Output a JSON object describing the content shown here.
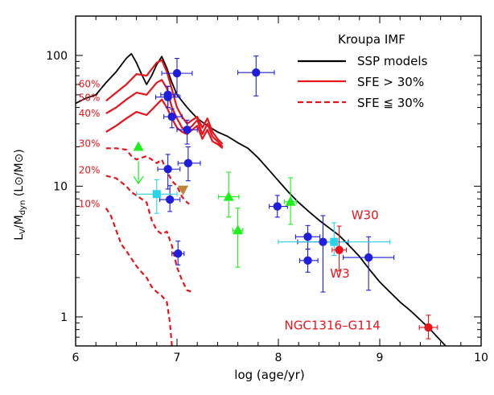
{
  "chart_data": {
    "type": "scatter",
    "xlabel": "log (age/yr)",
    "ylabel": "L_V/M_dyn (L⊙/M⊙)",
    "ylabel_parts": {
      "main": "L",
      "sub1": "V",
      "mid": "/M",
      "sub2": "dyn",
      "units": " (L⊙/M⊙)"
    },
    "x_ticks": [
      "6",
      "7",
      "8",
      "9",
      "10"
    ],
    "y_ticks": [
      "1",
      "10",
      "100"
    ],
    "xlim": [
      6,
      10
    ],
    "ylim": [
      0.6,
      200
    ],
    "yscale": "log",
    "legend": {
      "title": "Kroupa IMF",
      "position": "top-right",
      "items": [
        {
          "label": "SSP models",
          "color": "#000000",
          "style": "solid"
        },
        {
          "label": "SFE > 30%",
          "color": "#e8141b",
          "style": "solid"
        },
        {
          "label": "SFE ≦ 30%",
          "color": "#e8141b",
          "style": "dashed"
        }
      ]
    },
    "annotations": [
      {
        "text": "W30",
        "x": 8.72,
        "y": 5.6,
        "color": "#e8141b"
      },
      {
        "text": "W3",
        "x": 8.51,
        "y": 2.0,
        "color": "#e8141b"
      },
      {
        "text": "NGC1316–G114",
        "x": 8.06,
        "y": 0.8,
        "color": "#e8141b"
      }
    ],
    "sfe_labels": [
      {
        "text": "60%",
        "x": 6.03,
        "y": 57,
        "color": "#e8141b"
      },
      {
        "text": "50%",
        "x": 6.03,
        "y": 45,
        "color": "#e8141b"
      },
      {
        "text": "40%",
        "x": 6.03,
        "y": 34,
        "color": "#e8141b"
      },
      {
        "text": "30%",
        "x": 6.03,
        "y": 20,
        "color": "#e8141b"
      },
      {
        "text": "20%",
        "x": 6.03,
        "y": 12.5,
        "color": "#e8141b"
      },
      {
        "text": "10%",
        "x": 6.03,
        "y": 6.9,
        "color": "#e8141b"
      }
    ],
    "series": [
      {
        "kind": "line",
        "color": "#000000",
        "dash": false,
        "points": [
          [
            6.0,
            43
          ],
          [
            6.1,
            47
          ],
          [
            6.2,
            50
          ],
          [
            6.3,
            62
          ],
          [
            6.4,
            75
          ],
          [
            6.5,
            95
          ],
          [
            6.55,
            103
          ],
          [
            6.6,
            88
          ],
          [
            6.65,
            72
          ],
          [
            6.7,
            60
          ],
          [
            6.75,
            70
          ],
          [
            6.8,
            85
          ],
          [
            6.85,
            98
          ],
          [
            6.9,
            80
          ],
          [
            6.95,
            62
          ],
          [
            7.0,
            50
          ],
          [
            7.1,
            40
          ],
          [
            7.2,
            33
          ],
          [
            7.3,
            29
          ],
          [
            7.4,
            26
          ],
          [
            7.5,
            24
          ],
          [
            7.6,
            21.5
          ],
          [
            7.7,
            19.5
          ],
          [
            7.8,
            16.5
          ],
          [
            7.9,
            13.5
          ],
          [
            8.0,
            11
          ],
          [
            8.1,
            9
          ],
          [
            8.2,
            7.5
          ],
          [
            8.3,
            6.4
          ],
          [
            8.4,
            5.5
          ],
          [
            8.5,
            4.8
          ],
          [
            8.6,
            4.2
          ],
          [
            8.7,
            3.5
          ],
          [
            8.8,
            2.9
          ],
          [
            8.9,
            2.3
          ],
          [
            9.0,
            1.85
          ],
          [
            9.1,
            1.55
          ],
          [
            9.2,
            1.3
          ],
          [
            9.3,
            1.12
          ],
          [
            9.4,
            0.95
          ],
          [
            9.5,
            0.8
          ],
          [
            9.6,
            0.66
          ],
          [
            9.65,
            0.6
          ]
        ]
      },
      {
        "kind": "line",
        "color": "#e8141b",
        "dash": false,
        "points": [
          [
            6.3,
            45
          ],
          [
            6.4,
            52
          ],
          [
            6.5,
            60
          ],
          [
            6.6,
            72
          ],
          [
            6.7,
            70
          ],
          [
            6.8,
            88
          ],
          [
            6.85,
            92
          ],
          [
            6.9,
            75
          ],
          [
            6.95,
            55
          ],
          [
            7.0,
            40
          ],
          [
            7.05,
            34
          ],
          [
            7.1,
            30
          ],
          [
            7.15,
            32
          ],
          [
            7.2,
            34
          ],
          [
            7.25,
            28
          ],
          [
            7.3,
            33
          ],
          [
            7.35,
            26
          ],
          [
            7.4,
            23
          ],
          [
            7.45,
            21
          ]
        ]
      },
      {
        "kind": "line",
        "color": "#e8141b",
        "dash": false,
        "points": [
          [
            6.3,
            36
          ],
          [
            6.4,
            40
          ],
          [
            6.5,
            46
          ],
          [
            6.6,
            52
          ],
          [
            6.7,
            50
          ],
          [
            6.8,
            62
          ],
          [
            6.85,
            65
          ],
          [
            6.9,
            56
          ],
          [
            6.95,
            40
          ],
          [
            7.0,
            33
          ],
          [
            7.05,
            28
          ],
          [
            7.1,
            27
          ],
          [
            7.15,
            29
          ],
          [
            7.2,
            32
          ],
          [
            7.25,
            25
          ],
          [
            7.3,
            30
          ],
          [
            7.35,
            24
          ],
          [
            7.4,
            22
          ],
          [
            7.45,
            20
          ]
        ]
      },
      {
        "kind": "line",
        "color": "#e8141b",
        "dash": false,
        "points": [
          [
            6.3,
            26
          ],
          [
            6.4,
            29
          ],
          [
            6.5,
            33
          ],
          [
            6.6,
            37
          ],
          [
            6.7,
            35
          ],
          [
            6.8,
            42
          ],
          [
            6.85,
            46
          ],
          [
            6.9,
            40
          ],
          [
            6.95,
            33
          ],
          [
            7.0,
            28
          ],
          [
            7.05,
            26
          ],
          [
            7.1,
            25
          ],
          [
            7.15,
            27
          ],
          [
            7.2,
            29
          ],
          [
            7.25,
            23
          ],
          [
            7.3,
            27
          ],
          [
            7.35,
            22
          ],
          [
            7.4,
            21
          ],
          [
            7.45,
            19.5
          ]
        ]
      },
      {
        "kind": "line",
        "color": "#e8141b",
        "dash": true,
        "points": [
          [
            6.3,
            19.5
          ],
          [
            6.4,
            19.5
          ],
          [
            6.5,
            19
          ],
          [
            6.55,
            17
          ],
          [
            6.6,
            16
          ],
          [
            6.7,
            17
          ],
          [
            6.75,
            16
          ],
          [
            6.8,
            15
          ],
          [
            6.85,
            16
          ],
          [
            6.9,
            13
          ],
          [
            6.95,
            11
          ],
          [
            7.0,
            10
          ],
          [
            7.05,
            8.3
          ],
          [
            7.1,
            7.5
          ],
          [
            7.12,
            7.3
          ]
        ]
      },
      {
        "kind": "line",
        "color": "#e8141b",
        "dash": true,
        "points": [
          [
            6.3,
            12
          ],
          [
            6.4,
            11.5
          ],
          [
            6.5,
            10
          ],
          [
            6.55,
            9
          ],
          [
            6.6,
            8.5
          ],
          [
            6.7,
            7.5
          ],
          [
            6.75,
            5.5
          ],
          [
            6.8,
            4.6
          ],
          [
            6.85,
            4.3
          ],
          [
            6.9,
            4.5
          ],
          [
            6.95,
            3.5
          ],
          [
            7.0,
            2.4
          ],
          [
            7.05,
            1.9
          ],
          [
            7.1,
            1.6
          ],
          [
            7.15,
            1.55
          ]
        ]
      },
      {
        "kind": "line",
        "color": "#e8141b",
        "dash": true,
        "points": [
          [
            6.3,
            6.8
          ],
          [
            6.35,
            5.9
          ],
          [
            6.4,
            4.6
          ],
          [
            6.45,
            3.6
          ],
          [
            6.5,
            3.2
          ],
          [
            6.55,
            2.8
          ],
          [
            6.6,
            2.45
          ],
          [
            6.65,
            2.2
          ],
          [
            6.7,
            2.0
          ],
          [
            6.75,
            1.7
          ],
          [
            6.8,
            1.55
          ],
          [
            6.85,
            1.45
          ],
          [
            6.9,
            1.3
          ],
          [
            6.93,
            0.9
          ],
          [
            6.95,
            0.6
          ]
        ]
      }
    ],
    "points": [
      {
        "group": "blue",
        "marker": "circle",
        "color": "#1e1edc",
        "x": 7.0,
        "y": 73,
        "xerr": [
          0.15,
          0.15
        ],
        "yerr": [
          23,
          22
        ]
      },
      {
        "group": "blue",
        "marker": "circle",
        "color": "#1e1edc",
        "x": 7.78,
        "y": 74,
        "xerr": [
          0.18,
          0.18
        ],
        "yerr": [
          25,
          25
        ]
      },
      {
        "group": "blue",
        "marker": "circle",
        "color": "#1e1edc",
        "x": 6.91,
        "y": 50,
        "xerr": [
          0.07,
          0.07
        ],
        "yerr": [
          10,
          8
        ]
      },
      {
        "group": "blue",
        "marker": "circle",
        "color": "#1e1edc",
        "x": 6.91,
        "y": 48,
        "xerr": [
          0.12,
          0.12
        ],
        "yerr": [
          8,
          10
        ]
      },
      {
        "group": "blue",
        "marker": "circle",
        "color": "#1e1edc",
        "x": 6.95,
        "y": 34,
        "xerr": [
          0.08,
          0.1
        ],
        "yerr": [
          6,
          5
        ]
      },
      {
        "group": "blue",
        "marker": "circle",
        "color": "#1e1edc",
        "x": 7.1,
        "y": 27,
        "xerr": [
          0.1,
          0.1
        ],
        "yerr": [
          6,
          5
        ]
      },
      {
        "group": "blue",
        "marker": "circle",
        "color": "#1e1edc",
        "x": 7.11,
        "y": 15,
        "xerr": [
          0.1,
          0.12
        ],
        "yerr": [
          4,
          5
        ]
      },
      {
        "group": "blue",
        "marker": "circle",
        "color": "#1e1edc",
        "x": 6.91,
        "y": 13.5,
        "xerr": [
          0.1,
          0.12
        ],
        "yerr": [
          4,
          4
        ]
      },
      {
        "group": "blue",
        "marker": "circle",
        "color": "#1e1edc",
        "x": 6.93,
        "y": 7.9,
        "xerr": [
          0.1,
          0.1
        ],
        "yerr": [
          1.5,
          2.2
        ]
      },
      {
        "group": "blue",
        "marker": "circle",
        "color": "#1e1edc",
        "x": 7.01,
        "y": 3.05,
        "xerr": [
          0.06,
          0.06
        ],
        "yerr": [
          0.55,
          0.75
        ]
      },
      {
        "group": "blue",
        "marker": "circle",
        "color": "#1e1edc",
        "x": 7.99,
        "y": 7.0,
        "xerr": [
          0.08,
          0.1
        ],
        "yerr": [
          1.2,
          1.5
        ]
      },
      {
        "group": "blue",
        "marker": "circle",
        "color": "#1e1edc",
        "x": 8.29,
        "y": 4.1,
        "xerr": [
          0.12,
          0.12
        ],
        "yerr": [
          0.8,
          0.9
        ]
      },
      {
        "group": "blue",
        "marker": "circle",
        "color": "#1e1edc",
        "x": 8.29,
        "y": 2.7,
        "xerr": [
          0.08,
          0.1
        ],
        "yerr": [
          0.5,
          0.6
        ]
      },
      {
        "group": "blue",
        "marker": "circle",
        "color": "#1e1edc",
        "x": 8.44,
        "y": 3.75,
        "xerr": [
          0.25,
          0.25
        ],
        "yerr": [
          2.2,
          2.2
        ]
      },
      {
        "group": "blue",
        "marker": "circle",
        "color": "#1e1edc",
        "x": 8.89,
        "y": 2.85,
        "xerr": [
          0.25,
          0.25
        ],
        "yerr": [
          1.25,
          1.25
        ]
      },
      {
        "group": "cyan",
        "marker": "square",
        "color": "#2ad3e8",
        "x": 6.8,
        "y": 8.7,
        "xerr": [
          0.2,
          0.2
        ],
        "yerr": [
          2.5,
          2.5
        ]
      },
      {
        "group": "cyan",
        "marker": "square",
        "color": "#2ad3e8",
        "x": 8.55,
        "y": 3.75,
        "xerr": [
          0.55,
          0.55
        ],
        "yerr": [
          0.8,
          1.5
        ]
      },
      {
        "group": "green",
        "marker": "triangle",
        "color": "#1ef01e",
        "x": 6.62,
        "y": 20,
        "xerr": [
          0,
          0
        ],
        "yerr": [
          0,
          0
        ]
      },
      {
        "group": "green",
        "marker": "triangle",
        "color": "#1ef01e",
        "x": 7.51,
        "y": 8.3,
        "xerr": [
          0.1,
          0.1
        ],
        "yerr": [
          2.5,
          4.5
        ]
      },
      {
        "group": "green",
        "marker": "triangle",
        "color": "#1ef01e",
        "x": 7.6,
        "y": 4.6,
        "xerr": [
          0.05,
          0.05
        ],
        "yerr": [
          2.2,
          2.2
        ]
      },
      {
        "group": "green",
        "marker": "triangle",
        "color": "#1ef01e",
        "x": 8.12,
        "y": 7.6,
        "xerr": [
          0.06,
          0.06
        ],
        "yerr": [
          2.5,
          4
        ]
      },
      {
        "group": "brown",
        "marker": "triangle-down",
        "color": "#b8863a",
        "x": 7.06,
        "y": 9.4,
        "xerr": [
          0,
          0
        ],
        "yerr": [
          0,
          0
        ]
      },
      {
        "group": "red",
        "marker": "circle",
        "color": "#e8141b",
        "x": 8.6,
        "y": 3.25,
        "xerr": [
          0.07,
          0.07
        ],
        "yerr": [
          1.0,
          1.7
        ]
      },
      {
        "group": "red",
        "marker": "circle",
        "color": "#e8141b",
        "x": 9.48,
        "y": 0.83,
        "xerr": [
          0.09,
          0.09
        ],
        "yerr": [
          0.15,
          0.2
        ]
      }
    ],
    "upper_limit_arrow": {
      "x": 6.62,
      "y_top": 15.5,
      "y_bottom": 10.5,
      "color": "#1ef01e"
    }
  }
}
